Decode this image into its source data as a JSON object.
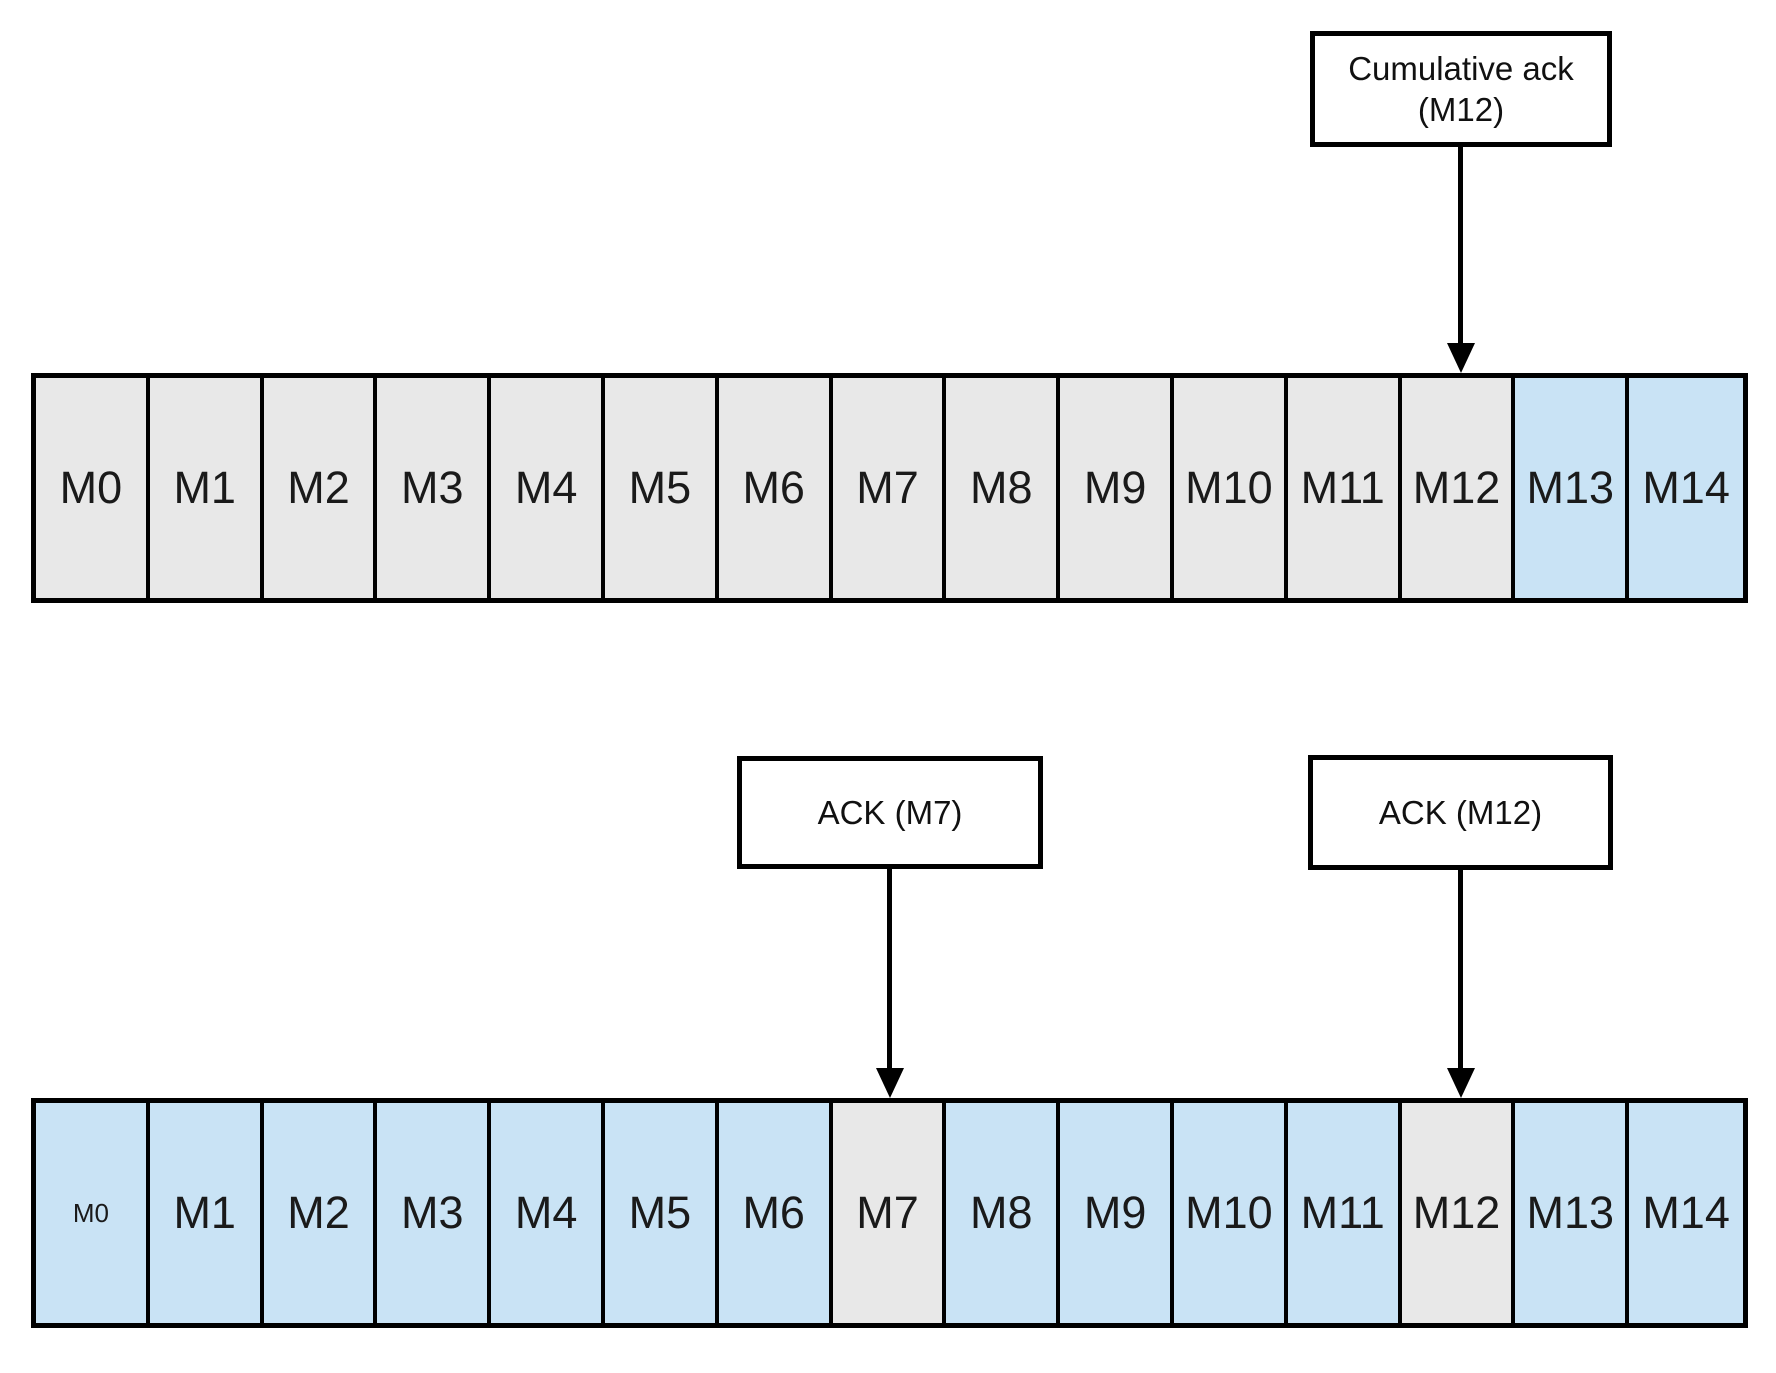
{
  "colors": {
    "acked": "#e8e8e8",
    "pending": "#c9e3f5",
    "border": "#000000",
    "box_bg": "#ffffff"
  },
  "annotations": {
    "cumulative_ack": {
      "line1": "Cumulative ack",
      "line2": "(M12)",
      "target_cell": "M12"
    },
    "ack_m7": {
      "label": "ACK (M7)",
      "target_cell": "M7"
    },
    "ack_m12": {
      "label": "ACK (M12)",
      "target_cell": "M12"
    }
  },
  "rows": {
    "top": {
      "cells": [
        {
          "label": "M0",
          "state": "acked"
        },
        {
          "label": "M1",
          "state": "acked"
        },
        {
          "label": "M2",
          "state": "acked"
        },
        {
          "label": "M3",
          "state": "acked"
        },
        {
          "label": "M4",
          "state": "acked"
        },
        {
          "label": "M5",
          "state": "acked"
        },
        {
          "label": "M6",
          "state": "acked"
        },
        {
          "label": "M7",
          "state": "acked"
        },
        {
          "label": "M8",
          "state": "acked"
        },
        {
          "label": "M9",
          "state": "acked"
        },
        {
          "label": "M10",
          "state": "acked"
        },
        {
          "label": "M11",
          "state": "acked"
        },
        {
          "label": "M12",
          "state": "acked"
        },
        {
          "label": "M13",
          "state": "pending"
        },
        {
          "label": "M14",
          "state": "pending"
        }
      ]
    },
    "bottom": {
      "cells": [
        {
          "label": "M0",
          "state": "pending"
        },
        {
          "label": "M1",
          "state": "pending"
        },
        {
          "label": "M2",
          "state": "pending"
        },
        {
          "label": "M3",
          "state": "pending"
        },
        {
          "label": "M4",
          "state": "pending"
        },
        {
          "label": "M5",
          "state": "pending"
        },
        {
          "label": "M6",
          "state": "pending"
        },
        {
          "label": "M7",
          "state": "acked"
        },
        {
          "label": "M8",
          "state": "pending"
        },
        {
          "label": "M9",
          "state": "pending"
        },
        {
          "label": "M10",
          "state": "pending"
        },
        {
          "label": "M11",
          "state": "pending"
        },
        {
          "label": "M12",
          "state": "acked"
        },
        {
          "label": "M13",
          "state": "pending"
        },
        {
          "label": "M14",
          "state": "pending"
        }
      ]
    }
  }
}
